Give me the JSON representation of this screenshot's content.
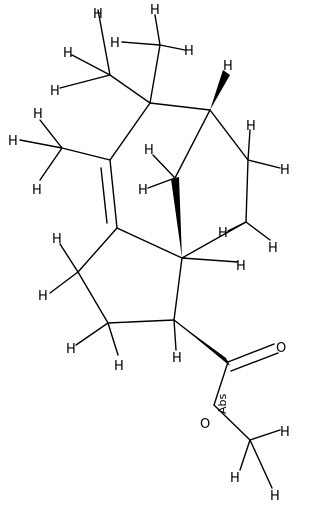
{
  "diagram": {
    "type": "skeletal-structure",
    "atom_labels": {
      "hydrogen": "H",
      "oxygen": "O",
      "abs": "Abs"
    },
    "colors": {
      "background": "#ffffff",
      "ink": "#000000"
    }
  }
}
